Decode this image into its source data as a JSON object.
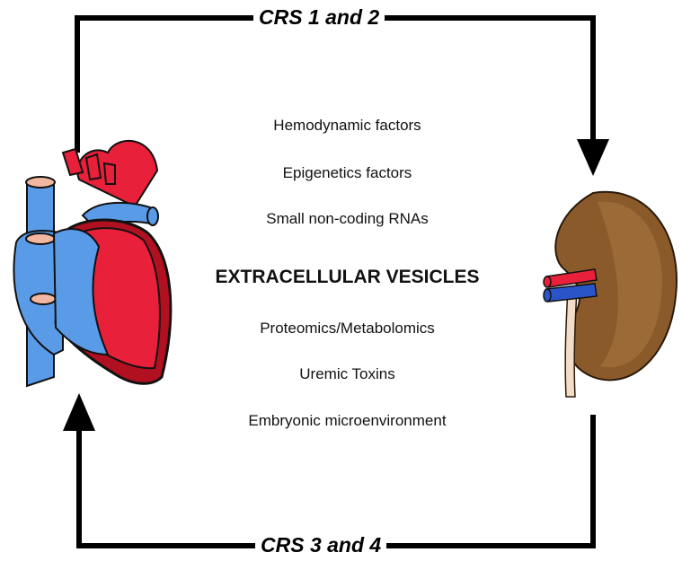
{
  "cycle": {
    "top_label": "CRS 1 and 2",
    "bottom_label": "CRS 3 and 4"
  },
  "factors": [
    "Hemodynamic factors",
    "Epigenetics factors",
    "Small non-coding RNAs",
    "EXTRACELLULAR VESICLES",
    "Proteomics/Metabolomics",
    "Uremic Toxins",
    "Embryonic microenvironment"
  ],
  "colors": {
    "arrow": "#000000",
    "heart_red": "#e8203a",
    "heart_blue": "#5a9be8",
    "heart_dark_red": "#b0101f",
    "kidney_brown": "#8b5a2b",
    "kidney_light": "#a9743f",
    "vessel_red": "#e8203a",
    "vessel_blue": "#2a55c8",
    "ureter": "#f3dcc8"
  },
  "icons": {
    "heart": "heart-icon",
    "kidney": "kidney-icon"
  }
}
